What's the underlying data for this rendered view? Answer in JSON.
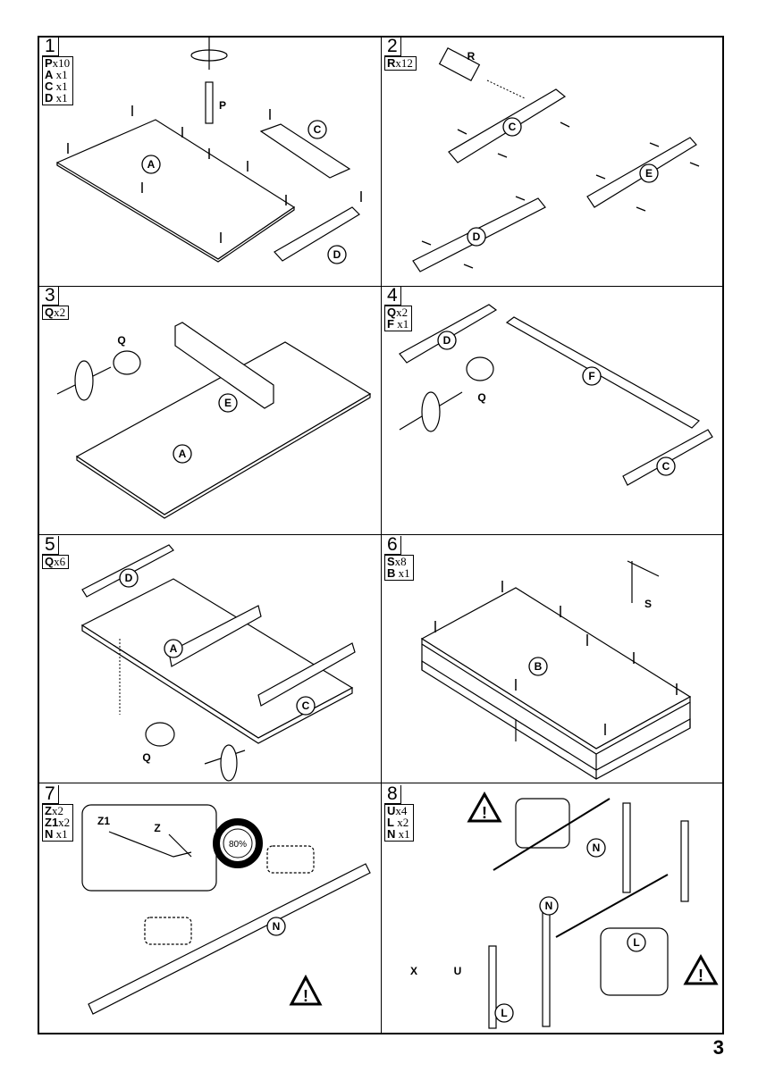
{
  "page_number": "3",
  "steps": [
    {
      "number": "1",
      "parts": [
        {
          "code": "P",
          "qty": "x10"
        },
        {
          "code": "A",
          "qty": "x1"
        },
        {
          "code": "C",
          "qty": "x1"
        },
        {
          "code": "D",
          "qty": "x1"
        }
      ],
      "labels": {
        "panel_a": "A",
        "panel_c": "C",
        "panel_d": "D",
        "part_p": "P"
      }
    },
    {
      "number": "2",
      "parts": [
        {
          "code": "R",
          "qty": "x12"
        }
      ],
      "labels": {
        "panel_c": "C",
        "panel_d": "D",
        "panel_e": "E",
        "part_r": "R"
      }
    },
    {
      "number": "3",
      "parts": [
        {
          "code": "Q",
          "qty": "x2"
        }
      ],
      "labels": {
        "panel_a": "A",
        "panel_e": "E",
        "part_q": "Q"
      }
    },
    {
      "number": "4",
      "parts": [
        {
          "code": "Q",
          "qty": "x2"
        },
        {
          "code": "F",
          "qty": "x1"
        }
      ],
      "labels": {
        "panel_c": "C",
        "panel_d": "D",
        "panel_f": "F",
        "part_q": "Q"
      }
    },
    {
      "number": "5",
      "parts": [
        {
          "code": "Q",
          "qty": "x6"
        }
      ],
      "labels": {
        "panel_a": "A",
        "panel_c": "C",
        "panel_d": "D",
        "part_q": "Q"
      }
    },
    {
      "number": "6",
      "parts": [
        {
          "code": "S",
          "qty": "x8"
        },
        {
          "code": "B",
          "qty": "x1"
        }
      ],
      "labels": {
        "panel_b": "B",
        "part_s": "S"
      }
    },
    {
      "number": "7",
      "parts": [
        {
          "code": "Z",
          "qty": "x2"
        },
        {
          "code": "Z1",
          "qty": "x2"
        },
        {
          "code": "N",
          "qty": "x1"
        }
      ],
      "labels": {
        "part_n": "N",
        "part_z": "Z",
        "part_z1": "Z1",
        "percent": "80%"
      }
    },
    {
      "number": "8",
      "parts": [
        {
          "code": "U",
          "qty": "x4"
        },
        {
          "code": "L",
          "qty": "x2"
        },
        {
          "code": "N",
          "qty": "x1"
        }
      ],
      "labels": {
        "part_n": "N",
        "part_n2": "N",
        "part_l": "L",
        "part_l2": "L",
        "part_u": "U",
        "part_x": "X"
      }
    }
  ]
}
